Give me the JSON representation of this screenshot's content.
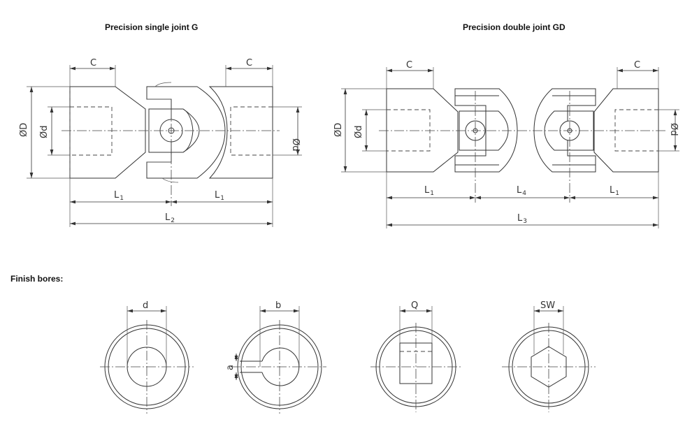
{
  "titles": {
    "single_joint": "Precision single joint G",
    "double_joint": "Precision double joint GD",
    "finish_bores": "Finish bores:"
  },
  "single": {
    "dim_c_left": "C",
    "dim_c_right": "C",
    "dim_D": "ØD",
    "dim_d_left": "Ød",
    "dim_d_right": "Ød",
    "dim_L1_left": "L",
    "dim_L1_left_sub": "1",
    "dim_L1_right": "L",
    "dim_L1_right_sub": "1",
    "dim_L2": "L",
    "dim_L2_sub": "2"
  },
  "double": {
    "dim_c_left": "C",
    "dim_c_right": "C",
    "dim_D": "ØD",
    "dim_d_left": "Ød",
    "dim_d_right": "Ød",
    "dim_L1_left": "L",
    "dim_L1_left_sub": "1",
    "dim_L4": "L",
    "dim_L4_sub": "4",
    "dim_L1_right": "L",
    "dim_L1_right_sub": "1",
    "dim_L3": "L",
    "dim_L3_sub": "3"
  },
  "bores": [
    {
      "label": "d"
    },
    {
      "label": "b",
      "side_label": "a"
    },
    {
      "label": "Q"
    },
    {
      "label": "SW"
    }
  ]
}
